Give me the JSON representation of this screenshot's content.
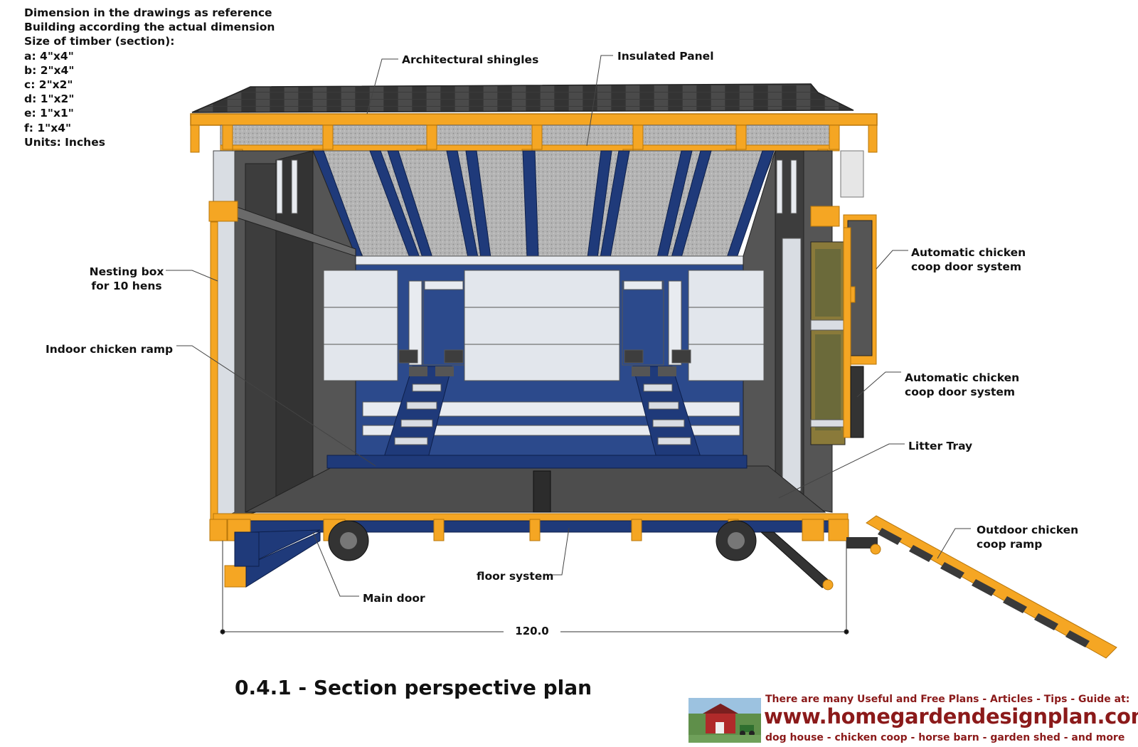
{
  "notes": {
    "lines": [
      "Dimension in the drawings as reference",
      "Building according the actual dimension",
      "Size of timber (section):",
      "a: 4\"x4\"",
      "b: 2\"x4\"",
      "c: 2\"x2\"",
      "d: 1\"x2\"",
      "e: 1\"x1\"",
      "f: 1\"x4\"",
      "Units: Inches"
    ]
  },
  "callouts": {
    "architectural_shingles": "Architectural shingles",
    "insulated_panel": "Insulated Panel",
    "nesting_box_line1": "Nesting box",
    "nesting_box_line2": "for 10 hens",
    "indoor_ramp": "Indoor chicken ramp",
    "auto_door_1_line1": "Automatic chicken",
    "auto_door_1_line2": "coop door system",
    "auto_door_2_line1": "Automatic chicken",
    "auto_door_2_line2": "coop door system",
    "litter_tray": "Litter Tray",
    "outdoor_ramp_line1": "Outdoor chicken",
    "outdoor_ramp_line2": "coop ramp",
    "floor_system": "floor system",
    "main_door": "Main door"
  },
  "dimension": {
    "width_value": "120.0"
  },
  "title": "0.4.1 - Section perspective plan",
  "banner": {
    "line1": "There are many Useful and Free Plans - Articles - Tips - Guide at:",
    "url": "www.homegardendesignplan.com",
    "line3": "dog house - chicken coop - horse barn - garden shed - and more"
  },
  "colors": {
    "timber": "#f5a623",
    "timber_edge": "#b8760a",
    "navy": "#1f3a7a",
    "dark_gray": "#4a4a4a",
    "panel_white": "#e2e6ec",
    "insulation": "#a9a9a9",
    "shingles": "#3a3a3a",
    "banner_text": "#8b1a1a"
  }
}
